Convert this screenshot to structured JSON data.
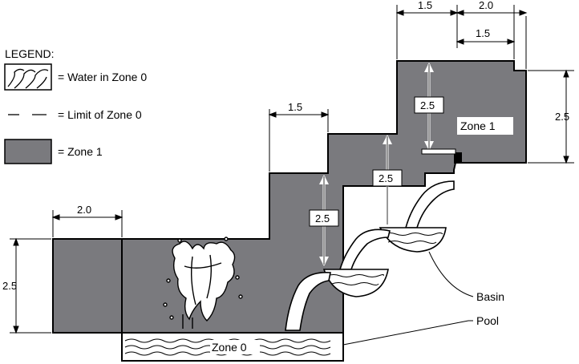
{
  "legend": {
    "title": "LEGEND:",
    "items": [
      {
        "swatch": "water-hatch",
        "label": "= Water in Zone 0"
      },
      {
        "swatch": "dashed-line",
        "label": "= Limit of Zone 0"
      },
      {
        "swatch": "gray-fill",
        "label": "= Zone 1"
      }
    ]
  },
  "colors": {
    "zone1_fill": "#7a7a7e",
    "outline": "#000000",
    "water_fill": "#ffffff",
    "background": "#ffffff"
  },
  "dimensions": {
    "left_width": "2.0",
    "left_height": "2.5",
    "step2_width": "1.5",
    "step2_height": "2.5",
    "step3_height": "2.5",
    "top_height_inner": "2.5",
    "top_width_a": "1.5",
    "top_width_b": "2.0",
    "top_width_c": "1.5",
    "right_height": "2.5"
  },
  "labels": {
    "zone1": "Zone 1",
    "zone0": "Zone 0",
    "basin": "Basin",
    "pool": "Pool"
  }
}
